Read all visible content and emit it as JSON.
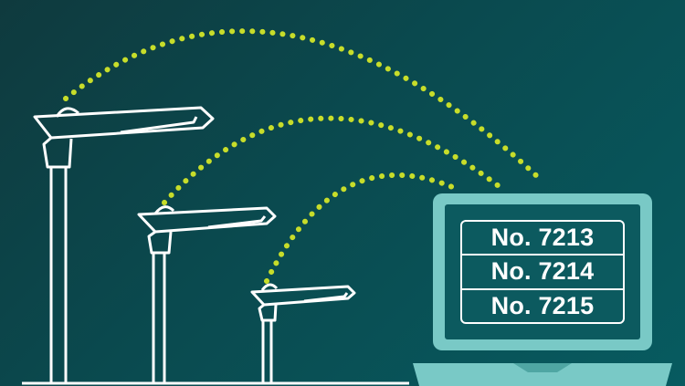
{
  "colors": {
    "background_start": "#0f3a3e",
    "background_end": "#075b60",
    "lamp_stroke": "#ffffff",
    "signal_dots": "#c7dd2a",
    "laptop_body": "#79c9c6",
    "laptop_screen": "#0c5a5f"
  },
  "icons": [
    "street-lamp-icon",
    "street-lamp-icon",
    "street-lamp-icon",
    "laptop-icon",
    "wireless-signal-icon"
  ],
  "screen": {
    "items": [
      {
        "label": "No. 7213"
      },
      {
        "label": "No. 7214"
      },
      {
        "label": "No. 7215"
      }
    ]
  }
}
